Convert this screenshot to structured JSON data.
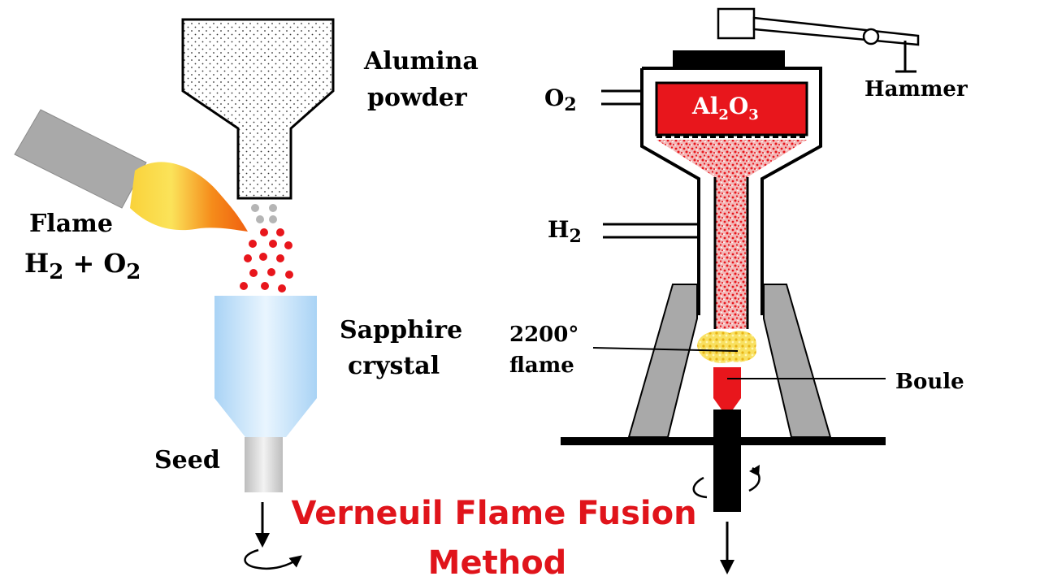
{
  "left_diagram": {
    "powder_label_line1": "Alumina",
    "powder_label_line2": "powder",
    "flame_label": "Flame",
    "flame_formula_h": "H",
    "flame_formula_h_sub": "2",
    "flame_formula_plus": " + O",
    "flame_formula_o_sub": "2",
    "crystal_label_line1": "Sapphire",
    "crystal_label_line2": "crystal",
    "seed_label": "Seed"
  },
  "right_diagram": {
    "oxygen_label": "O",
    "oxygen_sub": "2",
    "hydrogen_label": "H",
    "hydrogen_sub": "2",
    "hammer_label": "Hammer",
    "chamber_label_al": "Al",
    "chamber_label_sub1": "2",
    "chamber_label_o": "O",
    "chamber_label_sub2": "3",
    "flame_temp_line1": "2200°",
    "flame_temp_line2": "flame",
    "boule_label": "Boule"
  },
  "title": {
    "line1": "Verneuil Flame Fusion",
    "line2": "Method"
  },
  "colors": {
    "title": "#e0141b",
    "alumina_red": "#e8161c",
    "crystal_blue": "#b9dcf7",
    "furnace_grey": "#a9a9a9",
    "flame_orange": "#f46a0c",
    "flame_yellow": "#f9d23a"
  }
}
